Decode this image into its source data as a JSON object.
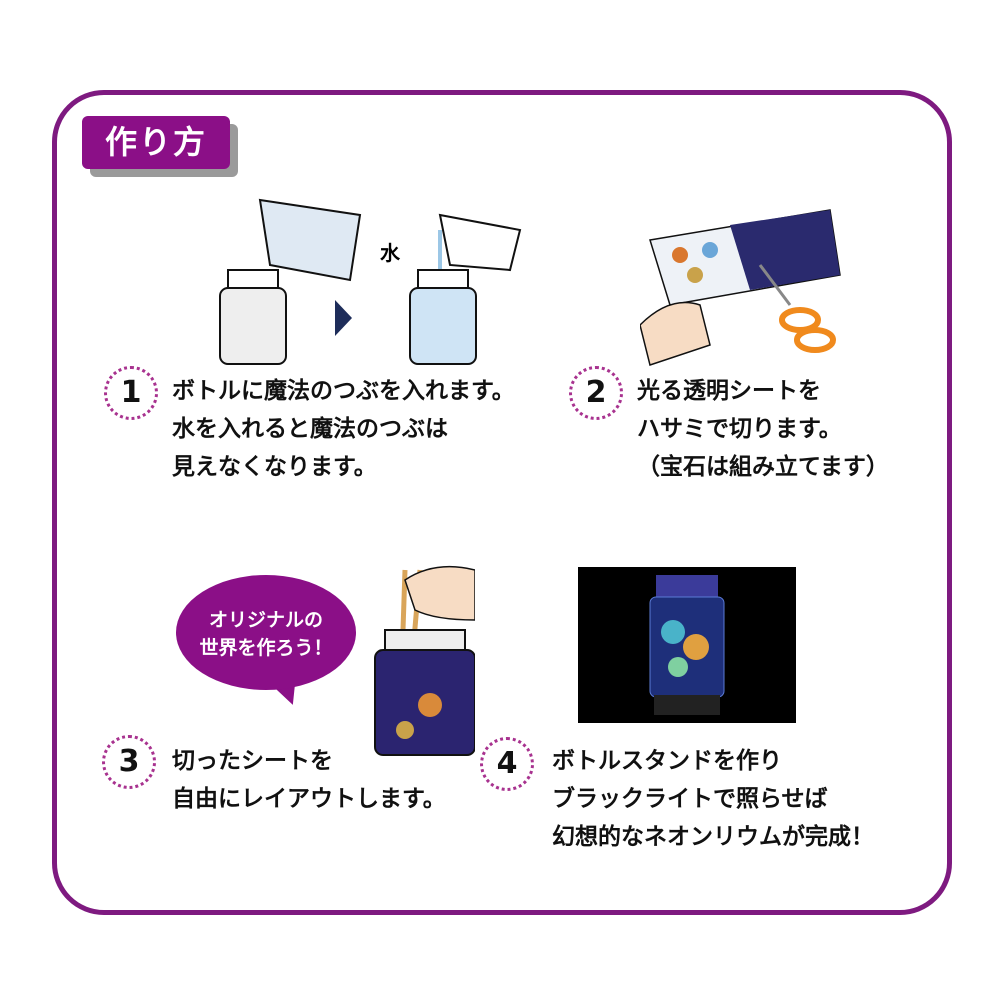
{
  "title": "作り方",
  "steps": [
    {
      "number": "1",
      "lines": [
        "ボトルに魔法のつぶを入れます。",
        "水を入れると魔法のつぶは",
        "見えなくなります。"
      ],
      "illustration_label": "水"
    },
    {
      "number": "2",
      "lines": [
        "光る透明シートを",
        "ハサミで切ります。",
        "（宝石は組み立てます）"
      ]
    },
    {
      "number": "3",
      "lines": [
        "切ったシートを",
        "自由にレイアウトします。"
      ],
      "bubble": [
        "オリジナルの",
        "世界を作ろう！"
      ]
    },
    {
      "number": "4",
      "lines": [
        "ボトルスタンドを作り",
        "ブラックライトで照らせば",
        "幻想的なネオンリウムが完成！"
      ]
    }
  ],
  "colors": {
    "accent": "#8b0f87",
    "frame": "#7e1a80"
  }
}
